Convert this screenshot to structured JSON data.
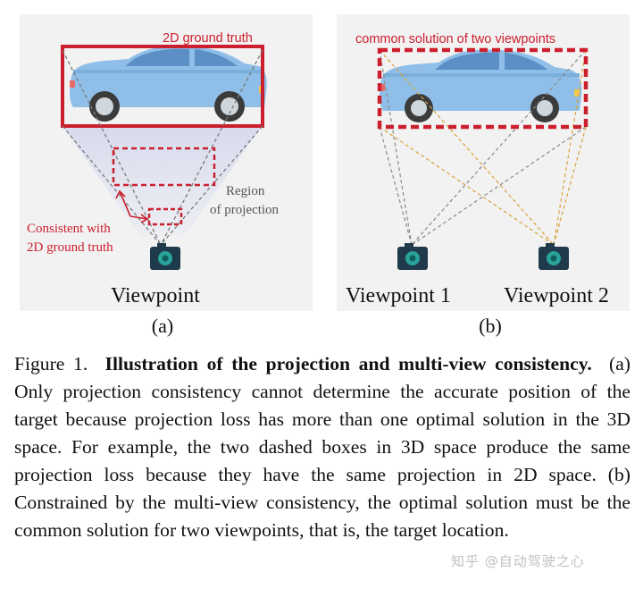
{
  "panel_a": {
    "box_label": "2D ground truth",
    "consistent_label_line1": "Consistent with",
    "consistent_label_line2": "2D ground truth",
    "region_label_line1": "Region",
    "region_label_line2": "of projection",
    "viewpoint_label": "Viewpoint",
    "sublabel": "(a)"
  },
  "panel_b": {
    "box_label": "common solution of two viewpoints",
    "viewpoint1_label": "Viewpoint 1",
    "viewpoint2_label": "Viewpoint 2",
    "sublabel": "(b)"
  },
  "caption": {
    "prefix": "Figure 1.",
    "title": "Illustration of the projection and multi-view consistency.",
    "body": "(a) Only projection consistency cannot determine the accurate position of the target because projection loss has more than one optimal solution in the 3D space. For example, the two dashed boxes in 3D space produce the same projection loss because they have the same projection in 2D space. (b) Constrained by the multi-view consistency, the optimal solution must be the common solution for two viewpoints, that is, the target location."
  },
  "watermark": "知乎 @自动驾驶之心",
  "colors": {
    "red": "#cc1f2e",
    "car": "#8fbfe8",
    "camera": "#1f3a4a",
    "lens": "#29a39a",
    "projection_fill": "#d3d8ec",
    "dash_gray": "#7a7a7a",
    "dash_gold": "#d9a13c"
  },
  "icons": [
    "car-icon",
    "camera-icon"
  ]
}
